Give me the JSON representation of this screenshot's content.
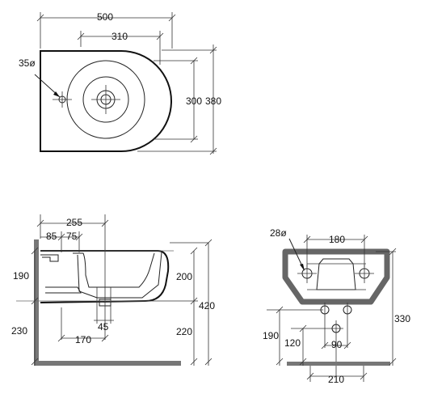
{
  "top_view": {
    "width": "500",
    "bowl_width": "310",
    "hole_diameter": "35ø",
    "depth_inner": "300",
    "depth_outer": "380"
  },
  "side_view": {
    "length": "255",
    "offset_a": "85",
    "offset_b": "75",
    "height_upper": "190",
    "height_lower": "230",
    "rim_height": "200",
    "total_height": "420",
    "floor_offset": "220",
    "drain_offset": "45",
    "drain_distance": "170"
  },
  "front_view": {
    "hole_diameter": "28ø",
    "bowl_span": "180",
    "height_total": "330",
    "height_190": "190",
    "height_120": "120",
    "spacing_90": "90",
    "base_width": "210"
  },
  "colors": {
    "line": "#222222",
    "wall": "#777777"
  }
}
